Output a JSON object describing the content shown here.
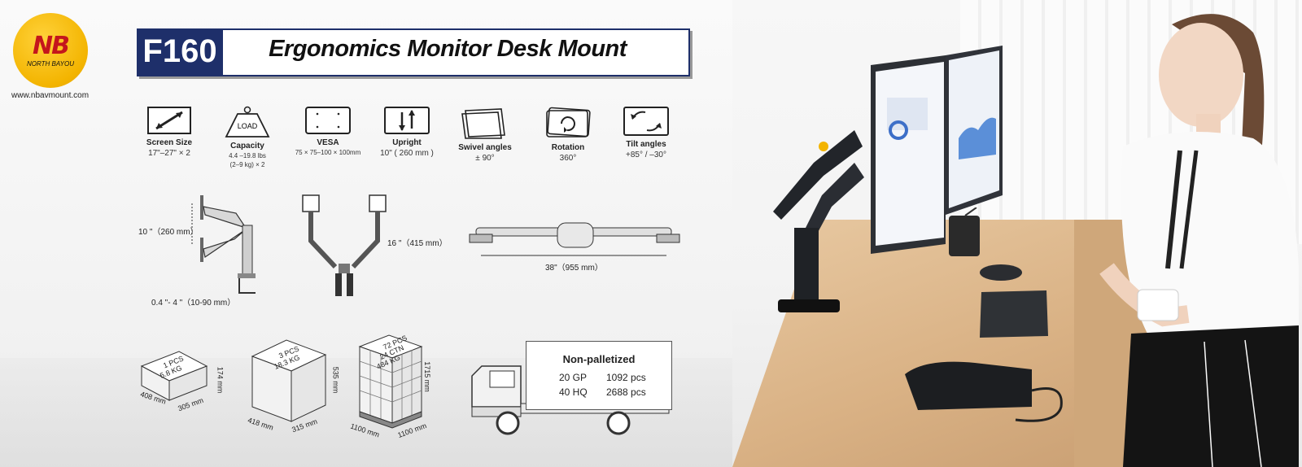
{
  "brand": {
    "logo_text": "NB",
    "logo_subtext": "NORTH BAYOU",
    "website": "www.nbavmount.com"
  },
  "title": {
    "model": "F160",
    "name": "Ergonomics  Monitor Desk Mount"
  },
  "specs": [
    {
      "icon": "screen-size-icon",
      "label": "Screen Size",
      "value": "17\"–27\" × 2"
    },
    {
      "icon": "load-weight-icon",
      "icon_text": "LOAD",
      "label": "Capacity",
      "value": "4.4 –19.8 lbs",
      "value2": "(2–9 kg) × 2"
    },
    {
      "icon": "vesa-icon",
      "label": "VESA",
      "value": "75 × 75–100 × 100mm"
    },
    {
      "icon": "upright-icon",
      "label": "Upright",
      "value": "10\" ( 260 mm )"
    },
    {
      "icon": "swivel-icon",
      "label": "Swivel angles",
      "value": "± 90°"
    },
    {
      "icon": "rotation-icon",
      "label": "Rotation",
      "value": "360°"
    },
    {
      "icon": "tilt-icon",
      "label": "Tilt angles",
      "value": "+85°   /   –30°"
    }
  ],
  "dimensions": {
    "height_range": "10 \"（260 mm）",
    "clamp_range": "0.4 \"- 4 \"（10-90 mm）",
    "arm_reach": "16 \"（415 mm）",
    "span": "38\"（955 mm）"
  },
  "packaging": [
    {
      "top": "1 PCS",
      "weight": "5.8 KG",
      "h": "174 mm",
      "w": "408 mm",
      "d": "305 mm"
    },
    {
      "top": "3 PCS",
      "weight": "18.3 KG",
      "h": "535 mm",
      "w": "418 mm",
      "d": "315 mm"
    },
    {
      "top": "72 PCS",
      "weight": "24 CTN",
      "extra": "484 KG",
      "h": "1715 mm",
      "w": "1100 mm",
      "d": "1100 mm"
    }
  ],
  "shipping": {
    "title": "Non-palletized",
    "rows": [
      {
        "container": "20 GP",
        "qty": "1092 pcs"
      },
      {
        "container": "40 HQ",
        "qty": "2688 pcs"
      }
    ]
  },
  "colors": {
    "navy": "#1e2f6a",
    "logo_yellow": "#f3b400",
    "logo_red": "#c4161c"
  }
}
